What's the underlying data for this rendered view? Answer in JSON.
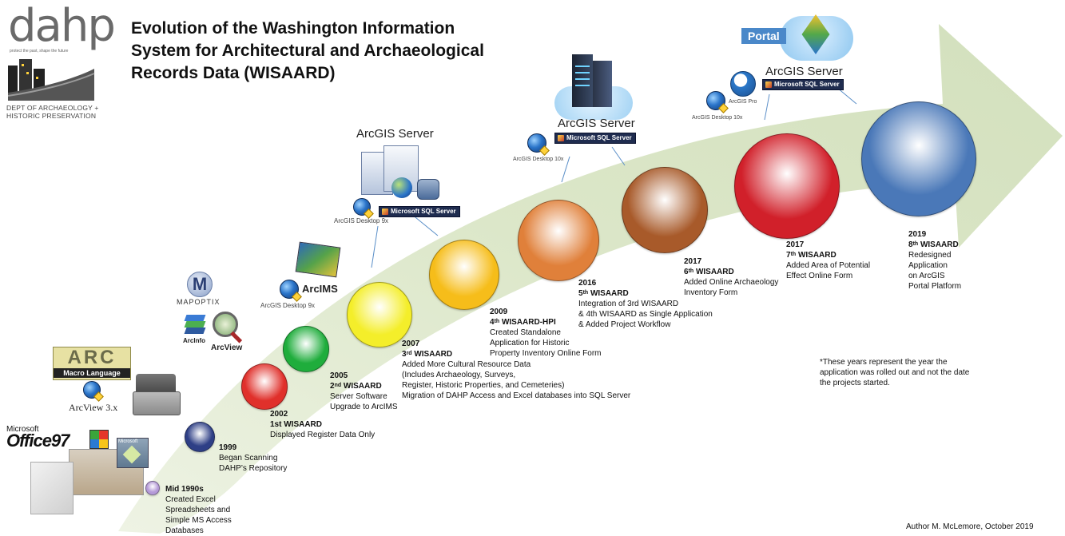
{
  "title_lines": [
    "Evolution of the Washington Information",
    "System for Architectural and Archaeological",
    "Records Data (WISAARD)"
  ],
  "logo": {
    "wordmark": "dahp",
    "tagline": "protect the past, shape the future",
    "dept_line1": "DEPT OF ARCHAEOLOGY +",
    "dept_line2": "HISTORIC PRESERVATION"
  },
  "milestones": [
    {
      "year": "Mid 1990s",
      "name": "",
      "desc": [
        "Created Excel",
        "Spreadsheets and",
        "Simple MS Access",
        "Databases"
      ],
      "color": "#b59ad8"
    },
    {
      "year": "1999",
      "name": "",
      "desc": [
        "Began Scanning",
        "DAHP’s Repository"
      ],
      "color": "#2e3f86"
    },
    {
      "year": "2002",
      "name": "1st WISAARD",
      "desc": [
        "Displayed Register Data Only"
      ],
      "color": "#e0302b"
    },
    {
      "year": "2005",
      "name_num": "2",
      "name_sup": "nd",
      "name_rest": " WISAARD",
      "desc": [
        "Server Software",
        "Upgrade to ArcIMS"
      ],
      "color": "#1fad3c"
    },
    {
      "year": "2007",
      "name_num": "3",
      "name_sup": "rd",
      "name_rest": " WISAARD",
      "desc": [
        "Added More Cultural Resource Data",
        "(Includes Archaeology, Surveys,",
        "Register, Historic Properties, and Cemeteries)",
        "Migration of DAHP Access and Excel databases into SQL Server"
      ],
      "color": "#f4ee2a"
    },
    {
      "year": "2009",
      "name_num": "4",
      "name_sup": "th",
      "name_rest": " WISAARD-HPI",
      "desc": [
        "Created Standalone",
        "Application for Historic",
        "Property Inventory Online Form"
      ],
      "color": "#f6bd1a"
    },
    {
      "year": "2016",
      "name_num": "5",
      "name_sup": "th",
      "name_rest": " WISAARD",
      "desc": [
        "Integration of 3rd WISAARD",
        "& 4th WISAARD as Single Application",
        "& Added Project Workflow"
      ],
      "color": "#e0803a"
    },
    {
      "year": "2017",
      "name_num": "6",
      "name_sup": "th",
      "name_rest": " WISAARD",
      "desc": [
        "Added Online Archaeology",
        "Inventory Form"
      ],
      "color": "#a85a2a"
    },
    {
      "year": "2017",
      "name_num": "7",
      "name_sup": "th",
      "name_rest": " WISAARD",
      "desc": [
        "Added Area of Potential",
        "Effect Online Form"
      ],
      "color": "#d1202a"
    },
    {
      "year": "2019",
      "name_num": "8",
      "name_sup": "th",
      "name_rest": " WISAARD",
      "desc": [
        "Redesigned",
        "Application",
        "on ArcGIS",
        "Portal Platform"
      ],
      "color": "#4a78b8"
    }
  ],
  "software": {
    "office_microsoft": "Microsoft",
    "office_name": "Office97",
    "arc_macro_top": "ARC",
    "arc_macro_bottom": "Macro Language",
    "arcview3": "ArcView 3.x",
    "mapoptix": "MAPOPTIX",
    "arcinfo": "ArcInfo",
    "arcview": "ArcView",
    "arcims": "ArcIMS",
    "arcgis_desktop_9x_a": "ArcGIS Desktop 9x",
    "arcgis_server_a": "ArcGIS Server",
    "ms_sql_a": "Microsoft SQL Server",
    "arcgis_desktop_9x_b": "ArcGIS Desktop 9x",
    "arcgis_server_b": "ArcGIS Server",
    "ms_sql_b": "Microsoft SQL Server",
    "arcgis_desktop_10x_a": "ArcGIS Desktop 10x",
    "portal": "Portal",
    "arcgis_server_c": "ArcGIS Server",
    "ms_sql_c": "Microsoft SQL Server",
    "arcgis_pro": "ArcGIS Pro",
    "arcgis_desktop_10x_b": "ArcGIS Desktop 10x",
    "access_label": "Microsoft"
  },
  "note_lines": [
    "*These years represent the year the",
    "application was rolled out and not the date",
    "the projects started."
  ],
  "author": "Author M. McLemore, October 2019",
  "colors": {
    "arrow": "#dde8cc",
    "sql_badge": "#1f2c4f",
    "title": "#111111"
  }
}
